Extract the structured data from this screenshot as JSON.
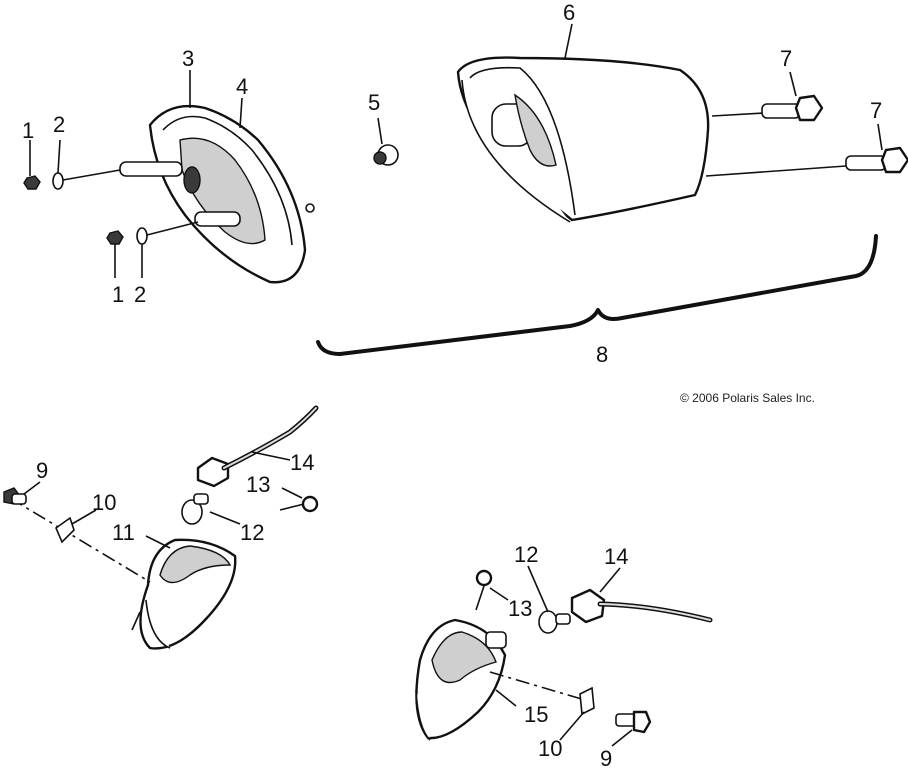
{
  "diagram": {
    "copyright": "© 2006 Polaris Sales Inc.",
    "callouts": {
      "c1a": "1",
      "c2a": "2",
      "c1b": "1",
      "c2b": "2",
      "c3": "3",
      "c4": "4",
      "c5": "5",
      "c6": "6",
      "c7a": "7",
      "c7b": "7",
      "c8": "8",
      "c9a": "9",
      "c10a": "10",
      "c11": "11",
      "c12a": "12",
      "c13a": "13",
      "c14a": "14",
      "c12b": "12",
      "c13b": "13",
      "c14b": "14",
      "c15": "15",
      "c10b": "10",
      "c9b": "9"
    }
  }
}
